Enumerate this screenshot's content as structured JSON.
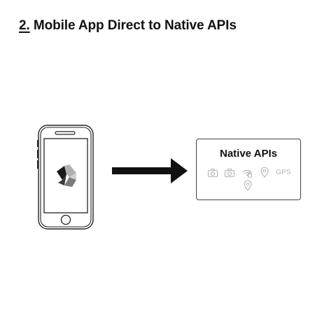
{
  "heading": {
    "number": "2.",
    "title": "Mobile App Direct to Native APIs"
  },
  "phone": {
    "icon": "app-logo-icon"
  },
  "card": {
    "title": "Native APIs",
    "icons": [
      "camera-icon",
      "camera-icon",
      "wifi-lock-icon",
      "location-pin-icon",
      "location-pin-icon"
    ],
    "gps_label": "GPS"
  },
  "colors": {
    "ink": "#111111",
    "icon_gray": "#b4b4b4"
  }
}
